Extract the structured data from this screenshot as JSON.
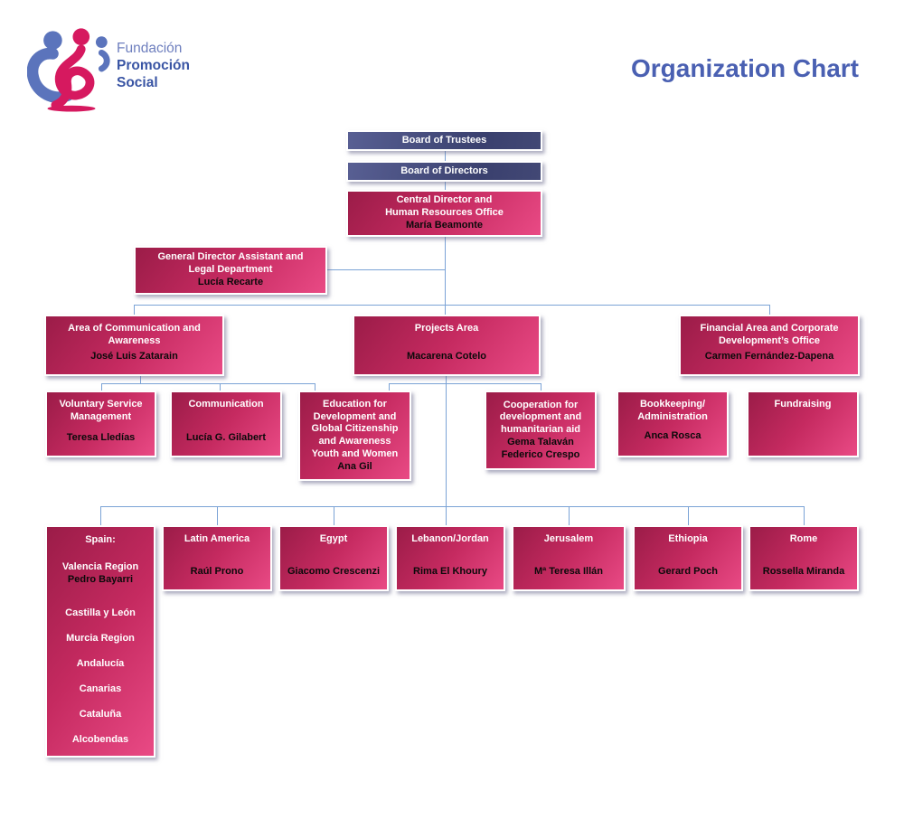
{
  "header": {
    "logo_text": {
      "line1": "Fundación",
      "line2": "Promoción",
      "line3": "Social"
    },
    "title": "Organization Chart"
  },
  "colors": {
    "title_blue": "#4a60b2",
    "box_blue_dark": "#3a406e",
    "box_blue_light": "#585f93",
    "box_pink_dark": "#9b1c48",
    "box_pink_light": "#e94a85",
    "name_text": "#0a0a0a",
    "connector": "#7ba3d6",
    "logo_blue": "#5b74bc",
    "logo_pink": "#d6195f"
  },
  "boxes": {
    "trustees": {
      "title": "Board of Trustees"
    },
    "directors": {
      "title": "Board of Directors"
    },
    "central": {
      "title": "Central Director and\nHuman Resources Office",
      "name": "María Beamonte"
    },
    "gda": {
      "title": "General Director Assistant and\nLegal Department",
      "name": "Lucía Recarte"
    },
    "comm_area": {
      "title": "Area of Communication and\nAwareness",
      "name": "José Luis Zatarain"
    },
    "projects": {
      "title": "Projects Area",
      "name": "Macarena Cotelo"
    },
    "financial": {
      "title": "Financial Area and Corporate\nDevelopment’s Office",
      "name": "Carmen Fernández-Dapena"
    },
    "voluntary": {
      "title": "Voluntary Service\nManagement",
      "name": "Teresa Lledías"
    },
    "communication": {
      "title": "Communication",
      "name": "Lucía G. Gilabert"
    },
    "education": {
      "title": "Education for\nDevelopment and\nGlobal Citizenship\nand Awareness\nYouth and Women",
      "name": "Ana Gil"
    },
    "cooperation": {
      "title": "Cooperation for\ndevelopment and\nhumanitarian aid",
      "name": "Gema Talaván\nFederico Crespo"
    },
    "bookkeeping": {
      "title": "Bookkeeping/\nAdministration",
      "name": "Anca Rosca"
    },
    "fundraising": {
      "title": "Fundraising"
    },
    "spain": {
      "title": "Spain:",
      "region_label": "Valencia Region",
      "name": "Pedro Bayarri",
      "regions": "Castilla y León\nMurcia Region\nAndalucía\nCanarias\nCataluña\nAlcobendas"
    },
    "latin_america": {
      "title": "Latin America",
      "name": "Raúl Prono"
    },
    "egypt": {
      "title": "Egypt",
      "name": "Giacomo Crescenzi"
    },
    "lebanon_jordan": {
      "title": "Lebanon/Jordan",
      "name": "Rima El Khoury"
    },
    "jerusalem": {
      "title": "Jerusalem",
      "name": "Mª Teresa Illán"
    },
    "ethiopia": {
      "title": "Ethiopia",
      "name": "Gerard Poch"
    },
    "rome": {
      "title": "Rome",
      "name": "Rossella Miranda"
    }
  }
}
